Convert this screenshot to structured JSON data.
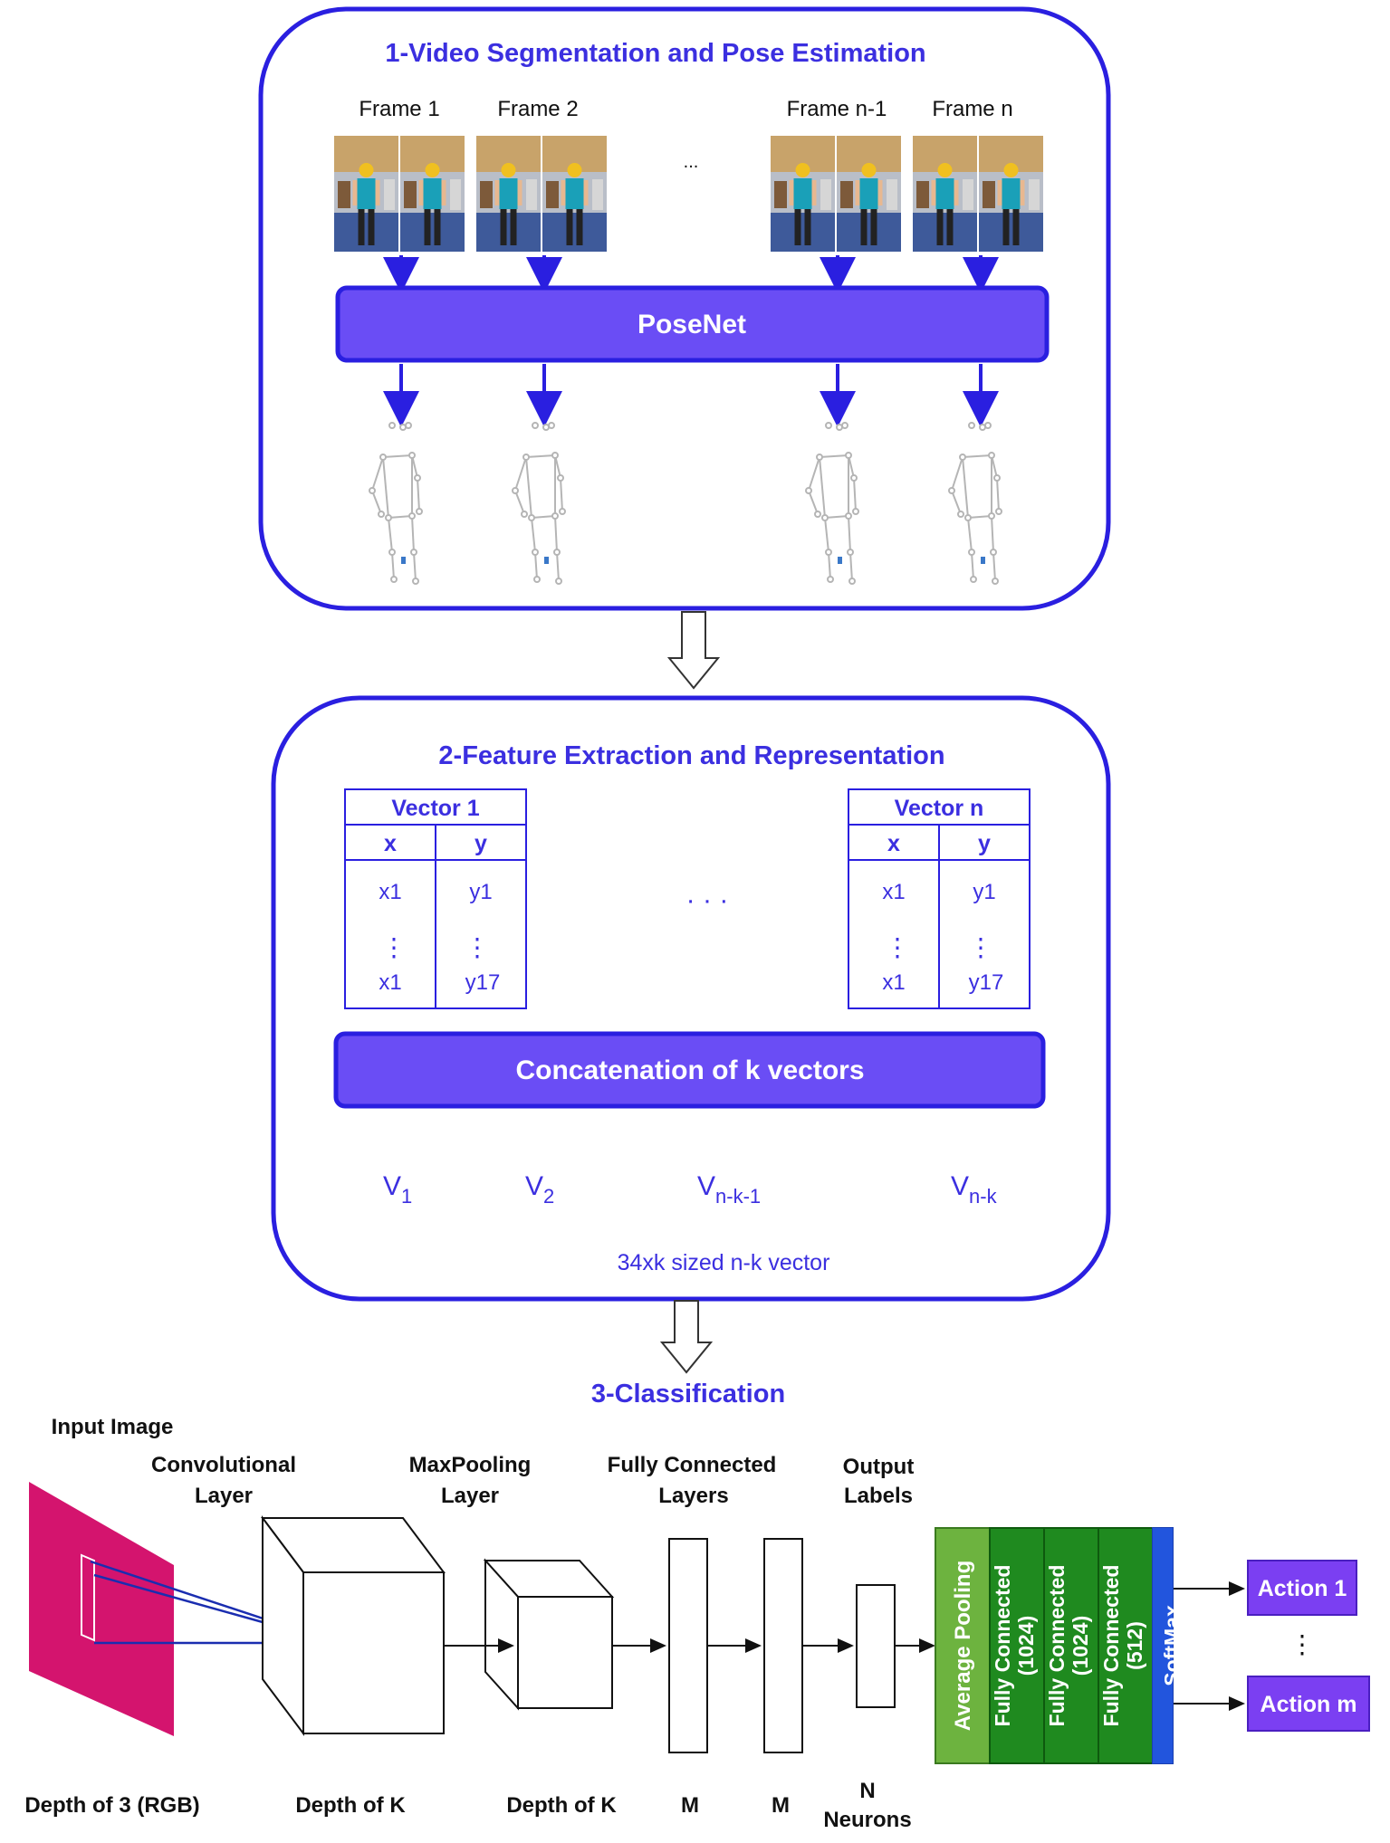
{
  "section1": {
    "title": "1-Video Segmentation and Pose Estimation",
    "frame_labels": [
      "Frame 1",
      "Frame 2",
      "Frame n-1",
      "Frame n"
    ],
    "ellipsis": "...",
    "posenet_label": "PoseNet"
  },
  "section2": {
    "title": "2-Feature Extraction and Representation",
    "vector_tables": [
      {
        "title": "Vector 1",
        "col_x": "x",
        "col_y": "y",
        "x_first": "x1",
        "y_first": "y1",
        "dots": "⋮",
        "x_last": "x1",
        "y_last": "y17"
      },
      {
        "title": "Vector n",
        "col_x": "x",
        "col_y": "y",
        "x_first": "x1",
        "y_first": "y1",
        "dots": "⋮",
        "x_last": "x1",
        "y_last": "y17"
      }
    ],
    "middle_ellipsis": "· · ·",
    "concat_label": "Concatenation of k vectors",
    "vectors": [
      {
        "base": "V",
        "sub": "1"
      },
      {
        "base": "V",
        "sub": "2"
      },
      {
        "base": "V",
        "sub": "n-k-1"
      },
      {
        "base": "V",
        "sub": "n-k"
      }
    ],
    "size_note": "34xk sized n-k vector"
  },
  "section3": {
    "title": "3-Classification",
    "input_label": "Input Image",
    "conv_label": [
      "Convolutional",
      "Layer"
    ],
    "maxpool_label": [
      "MaxPooling",
      "Layer"
    ],
    "fc_label": [
      "Fully Connected",
      "Layers"
    ],
    "output_label": [
      "Output",
      "Labels"
    ],
    "bottom_labels": {
      "depth_rgb": "Depth of 3 (RGB)",
      "depth_k1": "Depth of K",
      "depth_k2": "Depth of K",
      "m1": "M",
      "m2": "M",
      "n_neurons": [
        "N",
        "Neurons"
      ]
    },
    "stack_blocks": [
      {
        "label": [
          "Average Pooling"
        ],
        "color": "#6db33f"
      },
      {
        "label": [
          "Fully Connected",
          "(1024)"
        ],
        "color": "#1f8a1f"
      },
      {
        "label": [
          "Fully Connected",
          "(1024)"
        ],
        "color": "#1f8a1f"
      },
      {
        "label": [
          "Fully Connected",
          "(512)"
        ],
        "color": "#1f8a1f"
      },
      {
        "label": [
          "SoftMax"
        ],
        "color": "#2255dd"
      }
    ],
    "actions": [
      "Action 1",
      "Action m"
    ],
    "action_dots": "⋮"
  },
  "colors": {
    "accent_blue": "#3b2fe0",
    "bar_purple": "#6a4df5",
    "action_purple": "#7b3ff2",
    "input_magenta": "#d4146e"
  }
}
